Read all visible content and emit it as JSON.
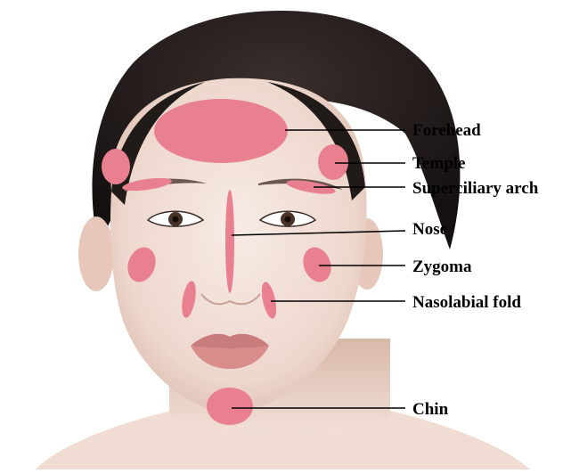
{
  "figure": {
    "region_color": "#e8808f",
    "leader_color": "#000000",
    "labels": {
      "forehead": "Forehead",
      "temple": "Temple",
      "superciliary_arch": "Superciliary arch",
      "nose": "Nose",
      "zygoma": "Zygoma",
      "nasolabial_fold": "Nasolabial fold",
      "chin": "Chin"
    }
  }
}
